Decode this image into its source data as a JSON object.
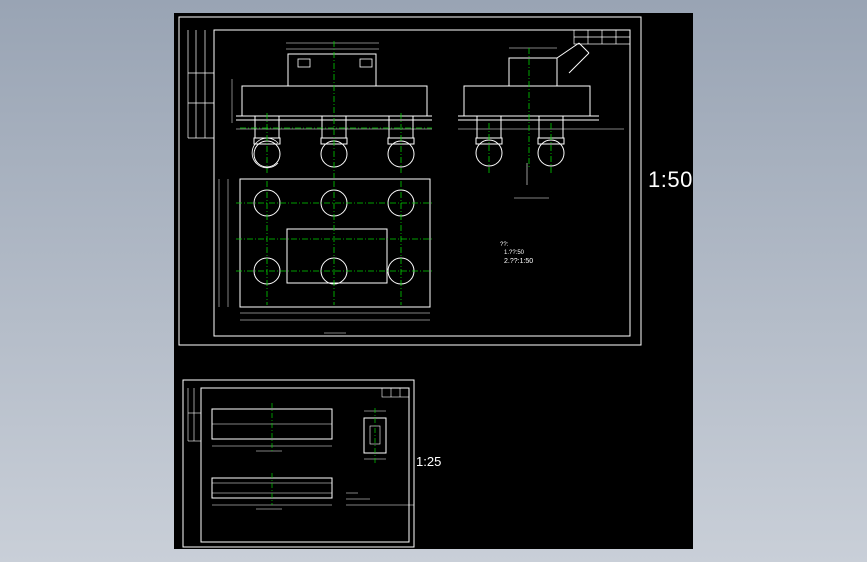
{
  "sheets": [
    {
      "scale": "1:50",
      "notes": [
        "??:",
        "1.??:50",
        "2.??:1:50"
      ]
    },
    {
      "scale": "1:25"
    }
  ],
  "colors": {
    "background": "#000000",
    "frame": "#ffffff",
    "centerline": "#00d200",
    "dimension": "#ffffff",
    "desktop": "#a9b2c0"
  }
}
